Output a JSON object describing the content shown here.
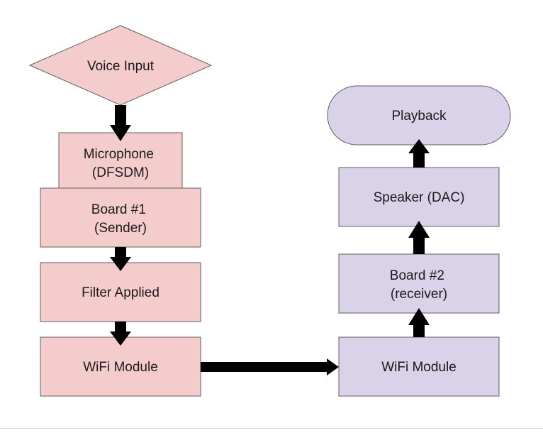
{
  "colors": {
    "sender_fill": "#f4cccc",
    "receiver_fill": "#d9d2e9",
    "border": "#5f5f5f",
    "arrow": "#000000",
    "text": "#1a1a1a"
  },
  "sender": {
    "voice_input": "Voice Input",
    "microphone": [
      "Microphone",
      "(DFSDM)"
    ],
    "board1": [
      "Board #1",
      "(Sender)"
    ],
    "filter": "Filter Applied",
    "wifi": "WiFi Module"
  },
  "receiver": {
    "wifi": "WiFi Module",
    "board2": [
      "Board #2",
      "(receiver)"
    ],
    "speaker": "Speaker (DAC)",
    "playback": "Playback"
  }
}
